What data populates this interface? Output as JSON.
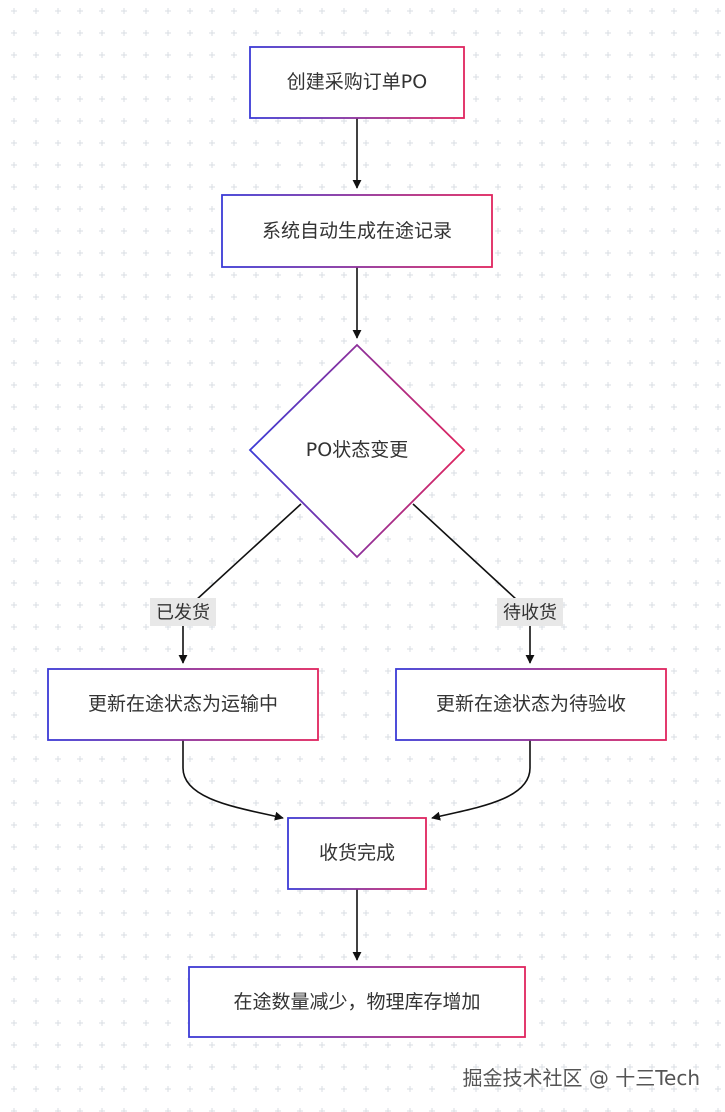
{
  "nodes": {
    "create_po": "创建采购订单PO",
    "auto_record": "系统自动生成在途记录",
    "po_status_change": "PO状态变更",
    "update_in_transit": "更新在途状态为运输中",
    "update_pending_inspection": "更新在途状态为待验收",
    "receiving_complete": "收货完成",
    "final_update": "在途数量减少，物理库存增加"
  },
  "edge_labels": {
    "shipped": "已发货",
    "pending_receipt": "待收货"
  },
  "watermark": "掘金技术社区 @ 十三Tech",
  "colors": {
    "border_start": "#3b3bd6",
    "border_end": "#e0245e",
    "edge": "#111111",
    "edge_label_bg": "#e8e8e8",
    "grid_dot": "#d8dde3"
  }
}
